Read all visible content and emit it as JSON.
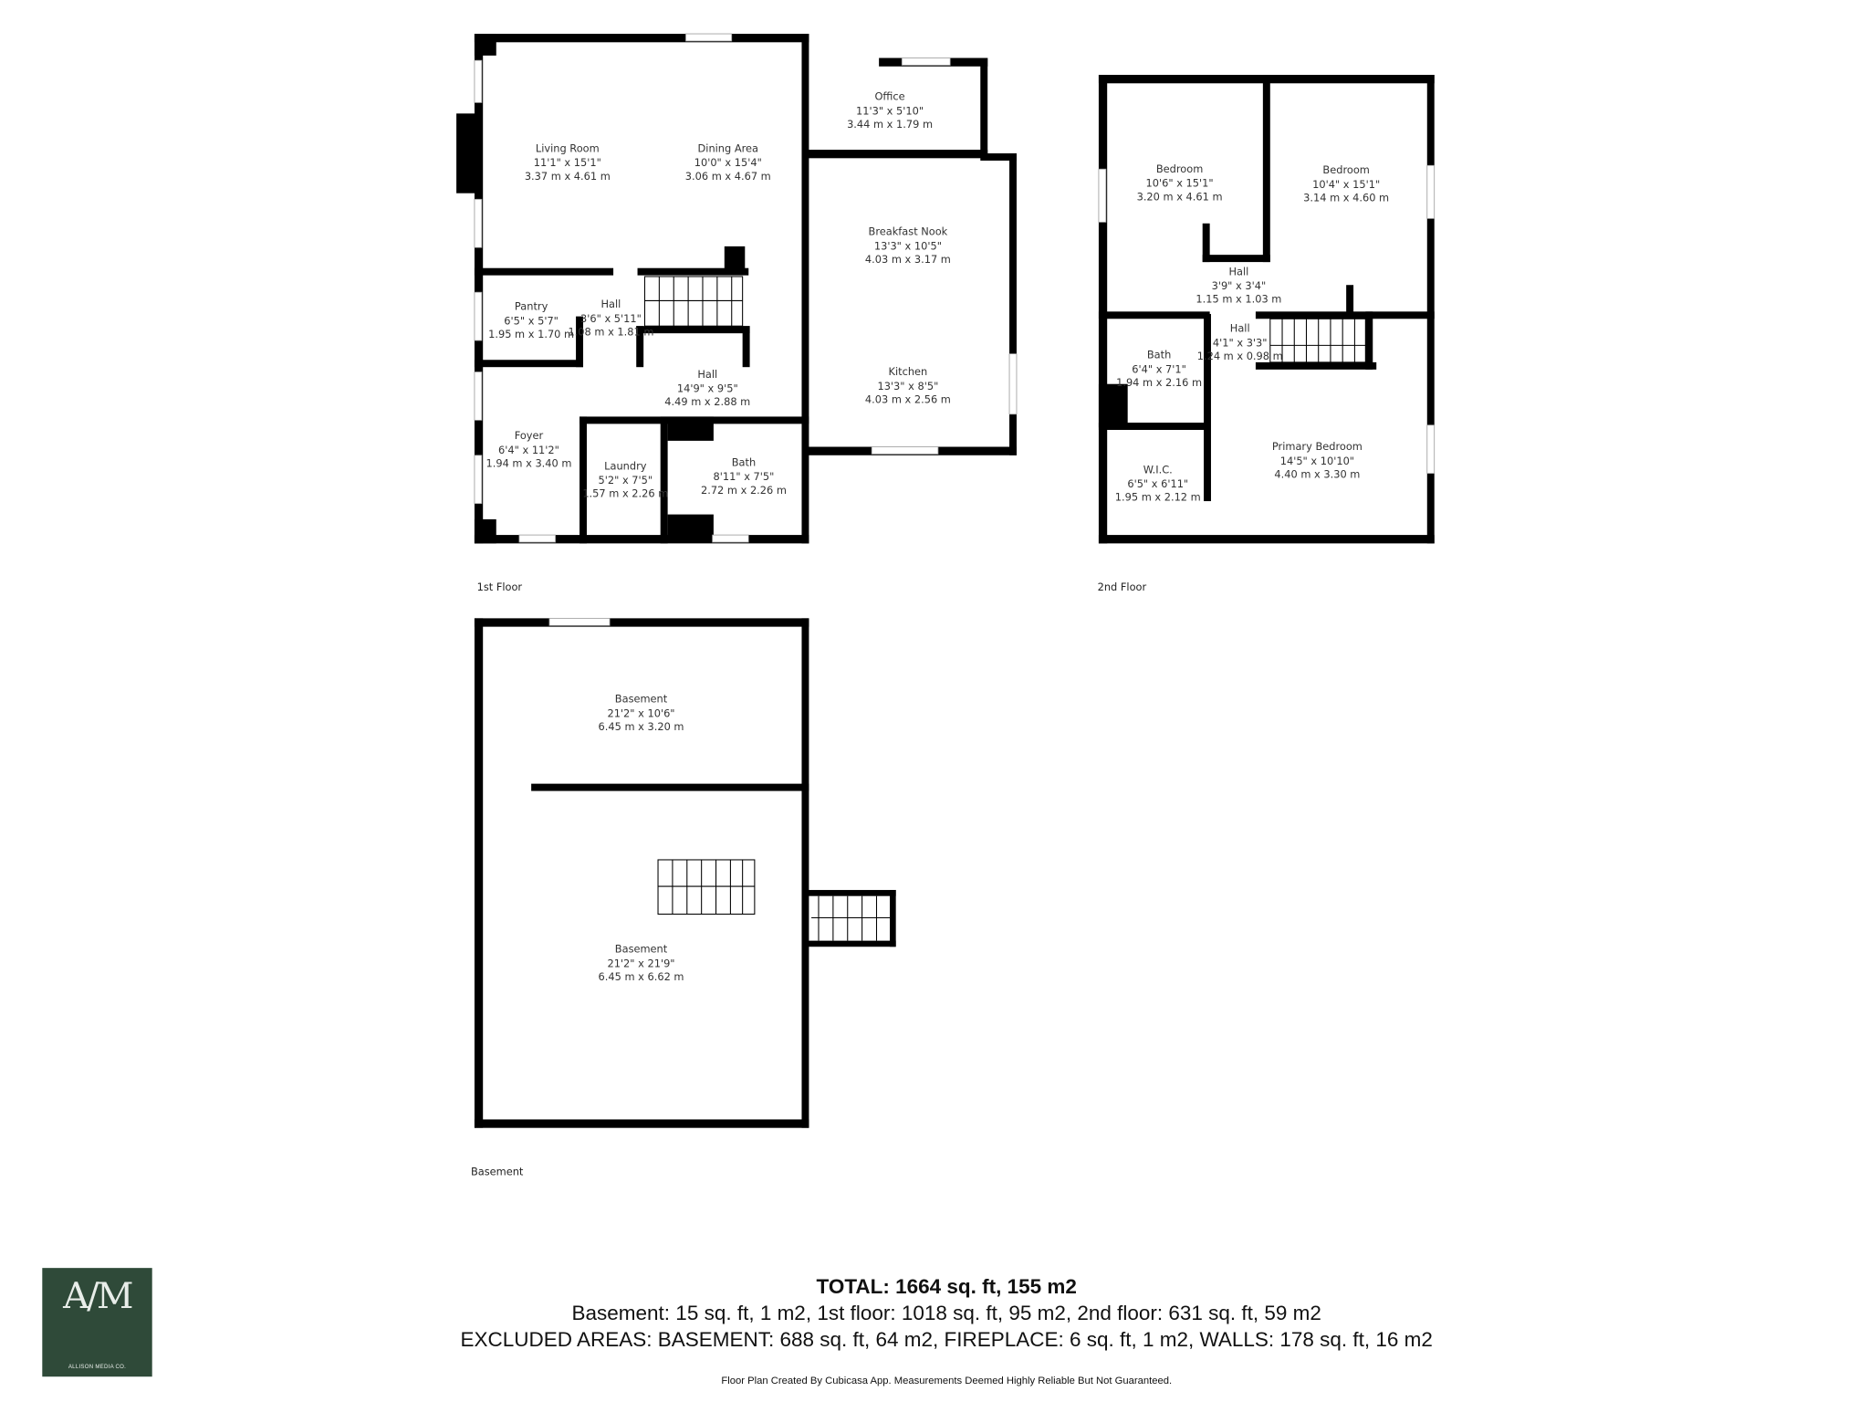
{
  "floors": [
    {
      "label": "1st Floor",
      "rooms": [
        {
          "name": "Living Room",
          "imperial": "11'1\" x 15'1\"",
          "metric": "3.37 m x 4.61 m"
        },
        {
          "name": "Dining Area",
          "imperial": "10'0\" x 15'4\"",
          "metric": "3.06 m x 4.67 m"
        },
        {
          "name": "Office",
          "imperial": "11'3\" x 5'10\"",
          "metric": "3.44 m x 1.79 m"
        },
        {
          "name": "Breakfast Nook",
          "imperial": "13'3\" x 10'5\"",
          "metric": "4.03 m x 3.17 m"
        },
        {
          "name": "Pantry",
          "imperial": "6'5\" x 5'7\"",
          "metric": "1.95 m x 1.70 m"
        },
        {
          "name": "Hall",
          "imperial": "3'6\" x 5'11\"",
          "metric": "1.08 m x 1.81 m"
        },
        {
          "name": "Hall",
          "imperial": "14'9\" x 9'5\"",
          "metric": "4.49 m x 2.88 m"
        },
        {
          "name": "Kitchen",
          "imperial": "13'3\" x 8'5\"",
          "metric": "4.03 m x 2.56 m"
        },
        {
          "name": "Foyer",
          "imperial": "6'4\" x 11'2\"",
          "metric": "1.94 m x 3.40 m"
        },
        {
          "name": "Laundry",
          "imperial": "5'2\" x 7'5\"",
          "metric": "1.57 m x 2.26 m"
        },
        {
          "name": "Bath",
          "imperial": "8'11\" x 7'5\"",
          "metric": "2.72 m x 2.26 m"
        }
      ]
    },
    {
      "label": "2nd Floor",
      "rooms": [
        {
          "name": "Bedroom",
          "imperial": "10'6\" x 15'1\"",
          "metric": "3.20 m x 4.61 m"
        },
        {
          "name": "Bedroom",
          "imperial": "10'4\" x 15'1\"",
          "metric": "3.14 m x 4.60 m"
        },
        {
          "name": "Hall",
          "imperial": "3'9\" x 3'4\"",
          "metric": "1.15 m x 1.03 m"
        },
        {
          "name": "Hall",
          "imperial": "4'1\" x 3'3\"",
          "metric": "1.24 m x 0.98 m"
        },
        {
          "name": "Bath",
          "imperial": "6'4\" x 7'1\"",
          "metric": "1.94 m x 2.16 m"
        },
        {
          "name": "W.I.C.",
          "imperial": "6'5\" x 6'11\"",
          "metric": "1.95 m x 2.12 m"
        },
        {
          "name": "Primary Bedroom",
          "imperial": "14'5\" x 10'10\"",
          "metric": "4.40 m x 3.30 m"
        }
      ]
    },
    {
      "label": "Basement",
      "rooms": [
        {
          "name": "Basement",
          "imperial": "21'2\" x 10'6\"",
          "metric": "6.45 m x 3.20 m"
        },
        {
          "name": "Basement",
          "imperial": "21'2\" x 21'9\"",
          "metric": "6.45 m x 6.62 m"
        }
      ]
    }
  ],
  "summary": {
    "total": "TOTAL: 1664 sq. ft, 155 m2",
    "breakdown": "Basement: 15 sq. ft, 1 m2, 1st floor: 1018 sq. ft, 95 m2, 2nd floor: 631 sq. ft, 59 m2",
    "excluded": "EXCLUDED AREAS: BASEMENT: 688 sq. ft, 64 m2, FIREPLACE: 6 sq. ft, 1 m2, WALLS: 178 sq. ft, 16 m2",
    "disclaimer": "Floor Plan Created By Cubicasa App. Measurements Deemed Highly Reliable But Not Guaranteed."
  },
  "logo": {
    "mark": "A/M",
    "company": "ALLISON MEDIA CO.",
    "color": "#2f4a39"
  },
  "colors": {
    "wall": "#000000",
    "window": "#ffffff",
    "background": "#ffffff"
  }
}
